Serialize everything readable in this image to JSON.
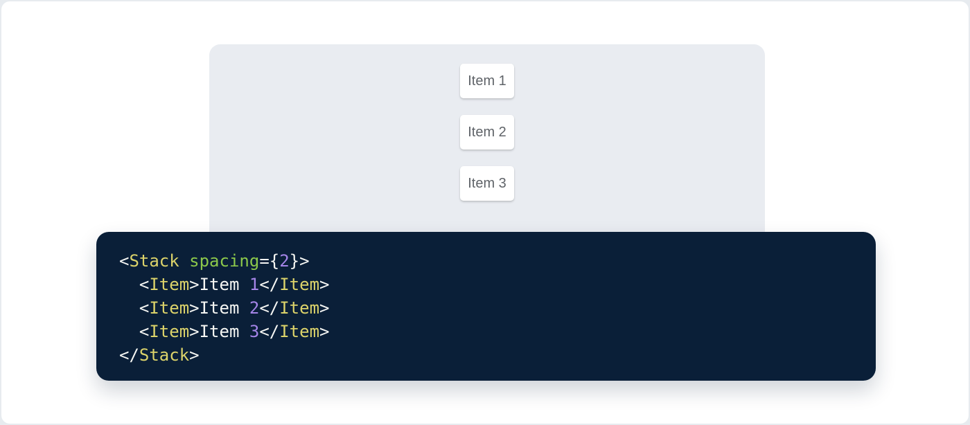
{
  "page": {
    "outer_background": "#e7ebef",
    "surface": "#ffffff"
  },
  "demo": {
    "panel_color": "#e9ecf1",
    "items": [
      "Item 1",
      "Item 2",
      "Item 3"
    ],
    "item_text_color": "#5f6368"
  },
  "code": {
    "language": "jsx",
    "background": "#0a1f38",
    "source": "<Stack spacing={2}>\n  <Item>Item 1</Item>\n  <Item>Item 2</Item>\n  <Item>Item 3</Item>\n</Stack>",
    "token_colors": {
      "plain": "#f5f6f3",
      "punctuation": "#f5f6f3",
      "tag": "#dcd36a",
      "attr-name": "#8cc84b",
      "number": "#a585e8"
    },
    "lines": [
      [
        {
          "c": "punctuation",
          "t": "<"
        },
        {
          "c": "tag",
          "t": "Stack"
        },
        {
          "c": "plain",
          "t": " "
        },
        {
          "c": "attr-name",
          "t": "spacing"
        },
        {
          "c": "punctuation",
          "t": "={"
        },
        {
          "c": "number",
          "t": "2"
        },
        {
          "c": "punctuation",
          "t": "}>"
        }
      ],
      [
        {
          "c": "plain",
          "t": "  "
        },
        {
          "c": "punctuation",
          "t": "<"
        },
        {
          "c": "tag",
          "t": "Item"
        },
        {
          "c": "punctuation",
          "t": ">"
        },
        {
          "c": "plain",
          "t": "Item "
        },
        {
          "c": "number",
          "t": "1"
        },
        {
          "c": "punctuation",
          "t": "</"
        },
        {
          "c": "tag",
          "t": "Item"
        },
        {
          "c": "punctuation",
          "t": ">"
        }
      ],
      [
        {
          "c": "plain",
          "t": "  "
        },
        {
          "c": "punctuation",
          "t": "<"
        },
        {
          "c": "tag",
          "t": "Item"
        },
        {
          "c": "punctuation",
          "t": ">"
        },
        {
          "c": "plain",
          "t": "Item "
        },
        {
          "c": "number",
          "t": "2"
        },
        {
          "c": "punctuation",
          "t": "</"
        },
        {
          "c": "tag",
          "t": "Item"
        },
        {
          "c": "punctuation",
          "t": ">"
        }
      ],
      [
        {
          "c": "plain",
          "t": "  "
        },
        {
          "c": "punctuation",
          "t": "<"
        },
        {
          "c": "tag",
          "t": "Item"
        },
        {
          "c": "punctuation",
          "t": ">"
        },
        {
          "c": "plain",
          "t": "Item "
        },
        {
          "c": "number",
          "t": "3"
        },
        {
          "c": "punctuation",
          "t": "</"
        },
        {
          "c": "tag",
          "t": "Item"
        },
        {
          "c": "punctuation",
          "t": ">"
        }
      ],
      [
        {
          "c": "punctuation",
          "t": "</"
        },
        {
          "c": "tag",
          "t": "Stack"
        },
        {
          "c": "punctuation",
          "t": ">"
        }
      ]
    ]
  }
}
